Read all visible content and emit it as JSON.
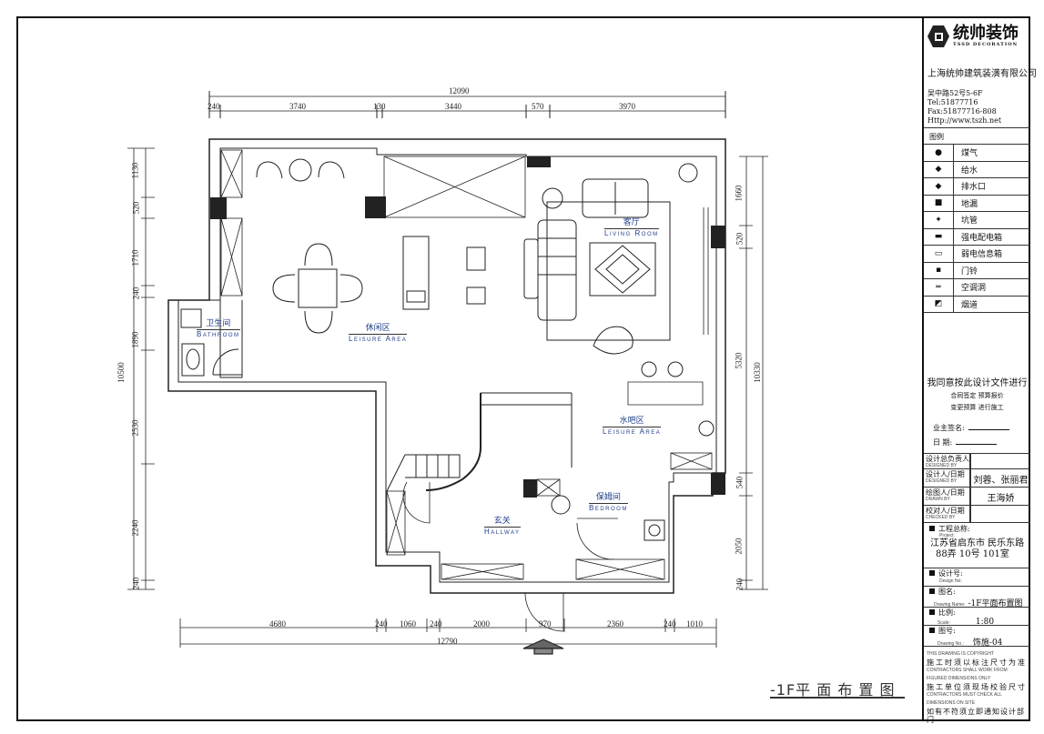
{
  "drawing_title": "-1F平 面 布 置 图",
  "rooms": [
    {
      "cn": "卫生间",
      "en": "Bathroom"
    },
    {
      "cn": "休闲区",
      "en": "Leisure Area"
    },
    {
      "cn": "客厅",
      "en": "Living Room"
    },
    {
      "cn": "水吧区",
      "en": "Leisure Area"
    },
    {
      "cn": "保姆间",
      "en": "Bedroom"
    },
    {
      "cn": "玄关",
      "en": "Hallway"
    }
  ],
  "dims": {
    "top_total": "12090",
    "top": [
      "240",
      "3740",
      "130",
      "3440",
      "570",
      "3970"
    ],
    "bottom_total": "12790",
    "bottom": [
      "4680",
      "240",
      "1060",
      "240",
      "2000",
      "970",
      "2360",
      "240",
      "1010"
    ],
    "left_total": "10500",
    "left": [
      "1130",
      "520",
      "1710",
      "240",
      "1890",
      "2530",
      "2240",
      "240"
    ],
    "right_total": "10330",
    "right": [
      "1660",
      "520",
      "5320",
      "540",
      "2050",
      "240"
    ]
  },
  "title_block": {
    "logo_text": "统帅装饰",
    "logo_sub": "TSSD DECORATION",
    "company": "上海统帅建筑装潢有限公司",
    "address": "吴中路52号5-6F",
    "tel": "Tel:51877716",
    "fax": "Fax:51877716-808",
    "web": "Http://www.tszh.net",
    "legend_title": "图例",
    "legend": [
      "煤气",
      "给水",
      "排水口",
      "地漏",
      "坑管",
      "强电配电箱",
      "弱电信息箱",
      "门铃",
      "空调洞",
      "烟道"
    ],
    "agree": "我同意按此设计文件进行",
    "agree_2": "合同签定  预算报价",
    "agree_3": "变更预算  进行施工",
    "owner_sign": "业主签名:",
    "date": "日    期:",
    "roles": [
      {
        "label": "设计总负责人",
        "sub": "DESIGNED BY",
        "value": ""
      },
      {
        "label": "设计人/日期",
        "sub": "DESIGNED BY",
        "value": "刘蓉、张丽君"
      },
      {
        "label": "绘图人/日期",
        "sub": "DRAWN BY",
        "value": "王海娇"
      },
      {
        "label": "校对人/日期",
        "sub": "CHECKED BY",
        "value": ""
      }
    ],
    "project_label": "工程总称:",
    "project_sub": "Project:",
    "project_1": "江苏省启东市 民乐东路",
    "project_2": "88弄 10号 101室",
    "design_no_label": "设计号:",
    "design_no_sub": "Design No:",
    "drawing_name_label": "图名:",
    "drawing_name_sub": "Drawing Name:",
    "drawing_name": "-1F平面布置图",
    "scale_label": "比例:",
    "scale_sub": "Scale:",
    "scale": "1:80",
    "drawing_no_label": "图号:",
    "drawing_no_sub": "Drawing No.:",
    "drawing_no": "饰施-04",
    "copy_1": "THIS DRAWING IS COPYRIGHT",
    "copy_2": "施工时须以标注尺寸为准",
    "copy_3": "CONTRACTORS SHALL WORK FROM FIGURED DIMENSIONS ONLY",
    "copy_4": "施工单位须现场校验尺寸",
    "copy_5": "CONTRACTORS MUST CHECK ALL DIMENSIONS ON SITE",
    "copy_6": "如有不符须立即通知设计部门"
  }
}
